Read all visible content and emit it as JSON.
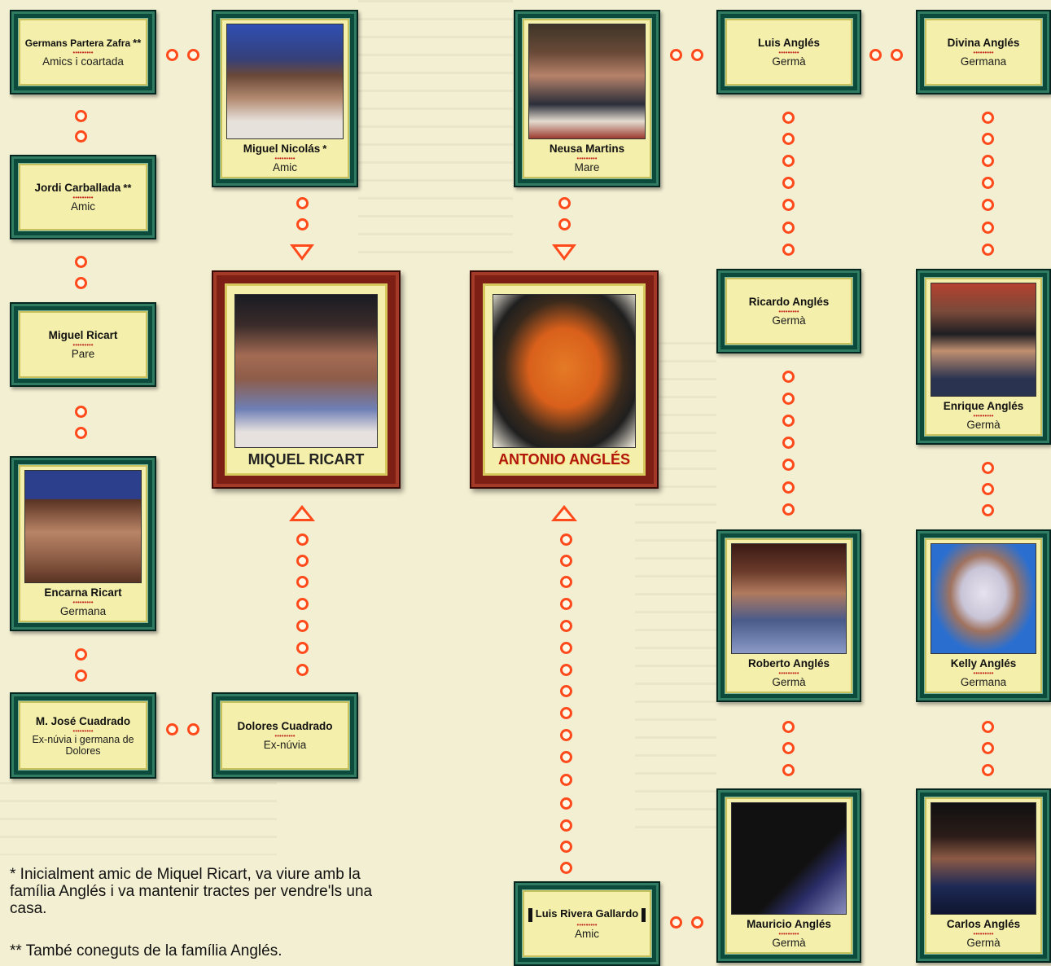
{
  "cards": {
    "germans_partera": {
      "name": "Germans Partera Zafra",
      "stars": "**",
      "role": "Amics i coartada"
    },
    "jordi": {
      "name": "Jordi Carballada",
      "stars": "**",
      "role": "Amic"
    },
    "miguel_ricart": {
      "name": "Miguel Ricart",
      "role": "Pare"
    },
    "encarna": {
      "name": "Encarna Ricart",
      "role": "Germana"
    },
    "mjose": {
      "name": "M. José Cuadrado",
      "role": "Ex-núvia i germana de Dolores"
    },
    "miguel_nicolas": {
      "name": "Miguel Nicolás",
      "stars": "*",
      "role": "Amic"
    },
    "dolores": {
      "name": "Dolores Cuadrado",
      "role": "Ex-núvia"
    },
    "neusa": {
      "name": "Neusa Martins",
      "role": "Mare"
    },
    "luis_rivera": {
      "name": "Luis Rivera Gallardo",
      "role": "Amic"
    },
    "luis_angles": {
      "name": "Luis Anglés",
      "role": "Germà"
    },
    "divina": {
      "name": "Divina Anglés",
      "role": "Germana"
    },
    "ricardo": {
      "name": "Ricardo Anglés",
      "role": "Germà"
    },
    "enrique": {
      "name": "Enrique Anglés",
      "role": "Germà"
    },
    "roberto": {
      "name": "Roberto Anglés",
      "role": "Germà"
    },
    "kelly": {
      "name": "Kelly Anglés",
      "role": "Germana"
    },
    "mauricio": {
      "name": "Mauricio Anglés",
      "role": "Germà"
    },
    "carlos": {
      "name": "Carlos Anglés",
      "role": "Germà"
    }
  },
  "main": {
    "miquel": "MIQUEL RICART",
    "antonio": "ANTONIO ANGLÉS"
  },
  "separator": "•••••••••",
  "footnotes": {
    "one": "* Inicialment amic de Miquel Ricart, va viure amb la família Anglés i va mantenir  tractes per vendre'ls una casa.",
    "two": "** També coneguts de la família Anglés."
  },
  "colors": {
    "connector": "#ff4a1c",
    "card_frame": "#0c4a3c",
    "main_frame": "#7e1f16",
    "card_fill": "#f4efaa"
  }
}
